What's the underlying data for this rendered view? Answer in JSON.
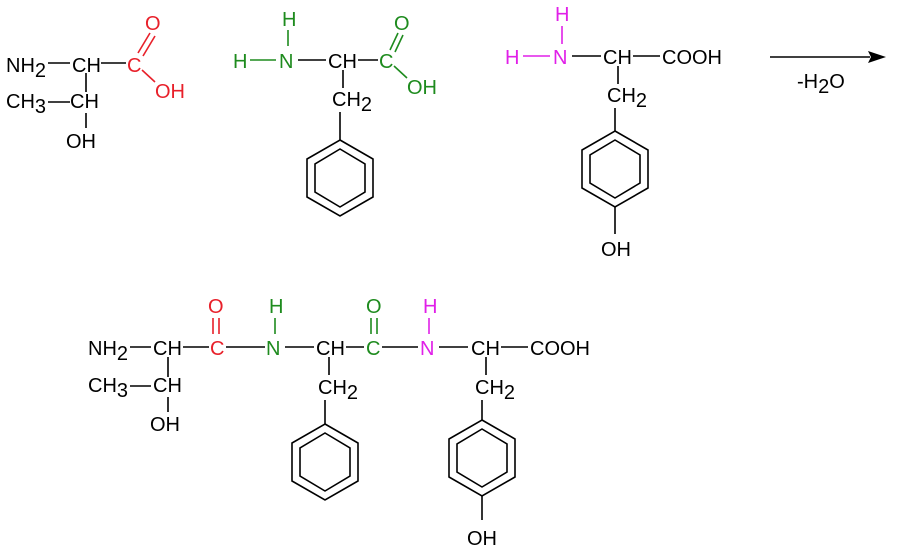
{
  "colors": {
    "bond": "#000000",
    "threonine_acid": "#e8202a",
    "phenylalanine": "#1e8b1e",
    "tyrosine_amine": "#e020e8"
  },
  "reactants": {
    "threonine": {
      "nh": "NH",
      "nh_sub": "2",
      "ch_alpha": "CH",
      "c_carbonyl": "C",
      "o_carbonyl": "O",
      "oh_acid": "OH",
      "ch3": "CH",
      "ch3_sub": "3",
      "ch_beta": "CH",
      "oh_side": "OH"
    },
    "phenylalanine": {
      "h_top": "H",
      "h_left": "H",
      "n": "N",
      "ch_alpha": "CH",
      "c_carbonyl": "C",
      "o_carbonyl": "O",
      "oh_acid": "OH",
      "ch2": "CH",
      "ch2_sub": "2"
    },
    "tyrosine": {
      "h_top": "H",
      "h_left": "H",
      "n": "N",
      "ch_alpha": "CH",
      "cooh": "COOH",
      "ch2": "CH",
      "ch2_sub": "2",
      "oh_ring": "OH"
    }
  },
  "reaction": {
    "byproduct_prefix": "-H",
    "byproduct_sub": "2",
    "byproduct_suffix": "O"
  },
  "product": {
    "nh": "NH",
    "nh_sub": "2",
    "ch_thr": "CH",
    "o_thr": "O",
    "c_thr": "C",
    "h_phe": "H",
    "n_phe": "N",
    "ch_phe": "CH",
    "o_phe": "O",
    "c_phe": "C",
    "h_tyr": "H",
    "n_tyr": "N",
    "ch_tyr": "CH",
    "cooh": "COOH",
    "ch3": "CH",
    "ch3_sub": "3",
    "ch_beta": "CH",
    "oh_thr": "OH",
    "ch2_phe": "CH",
    "ch2_phe_sub": "2",
    "ch2_tyr": "CH",
    "ch2_tyr_sub": "2",
    "oh_tyr": "OH"
  }
}
